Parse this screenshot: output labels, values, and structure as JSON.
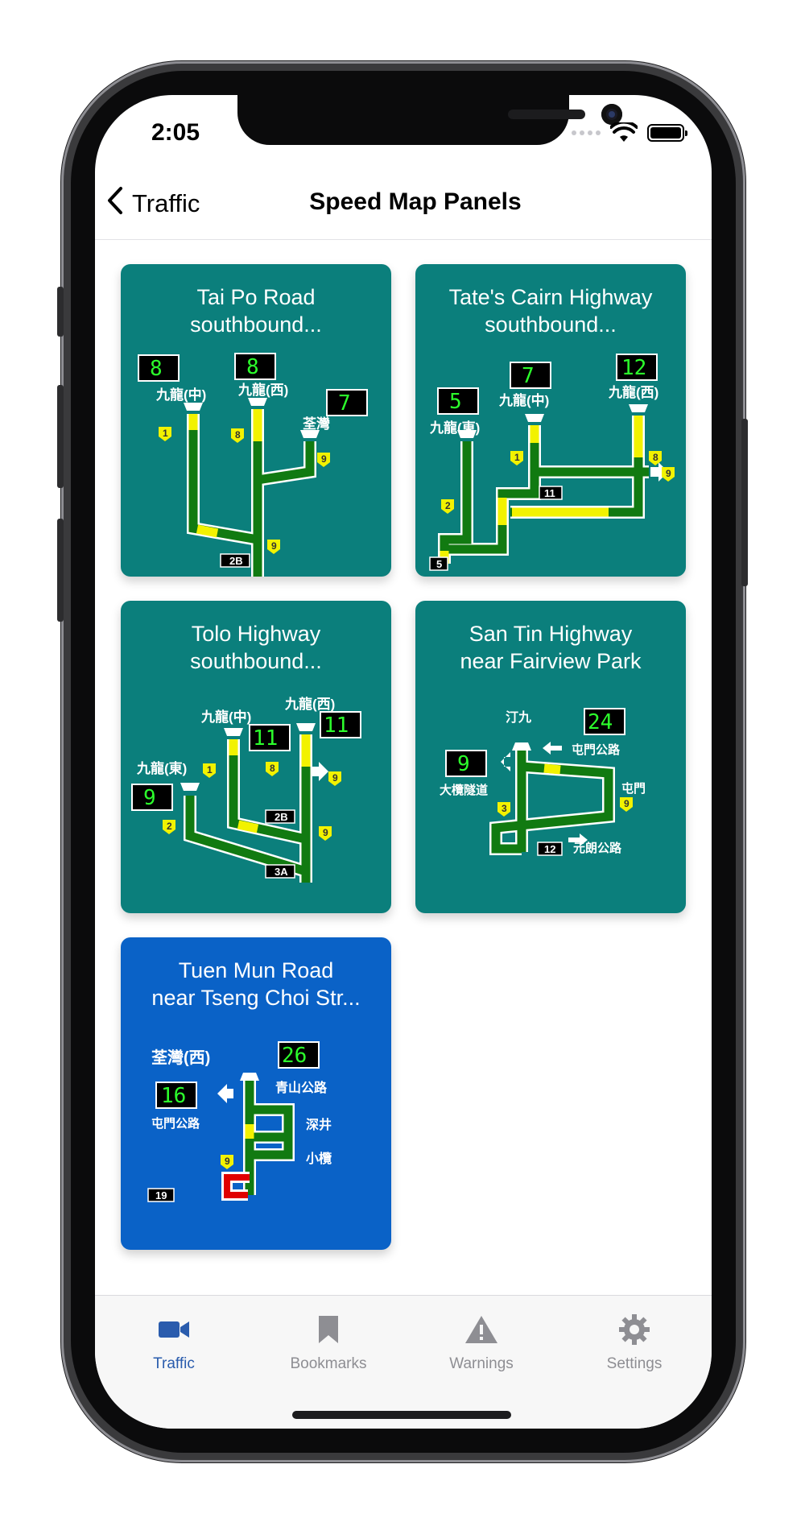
{
  "status": {
    "time": "2:05"
  },
  "nav": {
    "back_label": "Traffic",
    "title": "Speed Map Panels"
  },
  "panels": [
    {
      "title_line1": "Tai Po Road",
      "title_line2": "southbound...",
      "color": "#0b7f7c",
      "times": [
        "8",
        "8",
        "7"
      ],
      "places": [
        "九龍(中)",
        "九龍(西)",
        "荃灣"
      ],
      "routes": [
        "1",
        "8",
        "9",
        "9"
      ],
      "sign": "2B"
    },
    {
      "title_line1": "Tate's Cairn Highway",
      "title_line2": "southbound...",
      "color": "#0b7f7c",
      "times": [
        "5",
        "7",
        "12"
      ],
      "places": [
        "九龍(東)",
        "九龍(中)",
        "九龍(西)"
      ],
      "routes": [
        "2",
        "1",
        "8",
        "9"
      ],
      "signs": [
        "11",
        "5"
      ]
    },
    {
      "title_line1": "Tolo Highway",
      "title_line2": "southbound...",
      "color": "#0b7f7c",
      "times": [
        "9",
        "11",
        "11"
      ],
      "places": [
        "九龍(東)",
        "九龍(中)",
        "九龍(西)"
      ],
      "routes": [
        "1",
        "8",
        "9",
        "2",
        "9"
      ],
      "signs": [
        "2B",
        "3A"
      ]
    },
    {
      "title_line1": "San Tin Highway",
      "title_line2": "near Fairview Park",
      "color": "#0b7f7c",
      "times": [
        "9",
        "24"
      ],
      "places": [
        "汀九",
        "大欖隧道",
        "屯門公路",
        "屯門",
        "元朗公路"
      ],
      "routes": [
        "3",
        "9"
      ],
      "sign": "12"
    },
    {
      "title_line1": "Tuen Mun Road",
      "title_line2": "near Tseng Choi Str...",
      "color": "#0a62c7",
      "times": [
        "16",
        "26"
      ],
      "places": [
        "荃灣(西)",
        "青山公路",
        "屯門公路",
        "深井",
        "小欖"
      ],
      "routes": [
        "9"
      ],
      "sign": "19"
    }
  ],
  "tabs": [
    {
      "label": "Traffic",
      "icon": "video-camera-icon",
      "active": true
    },
    {
      "label": "Bookmarks",
      "icon": "bookmark-icon",
      "active": false
    },
    {
      "label": "Warnings",
      "icon": "warning-triangle-icon",
      "active": false
    },
    {
      "label": "Settings",
      "icon": "gear-icon",
      "active": false
    }
  ],
  "colors": {
    "teal": "#0b7f7c",
    "blue": "#0a62c7",
    "road": "#117a11",
    "slow": "#f2f200",
    "jam": "#e00000",
    "tab_active": "#2a5cad",
    "tab_inactive": "#8e8e93"
  }
}
